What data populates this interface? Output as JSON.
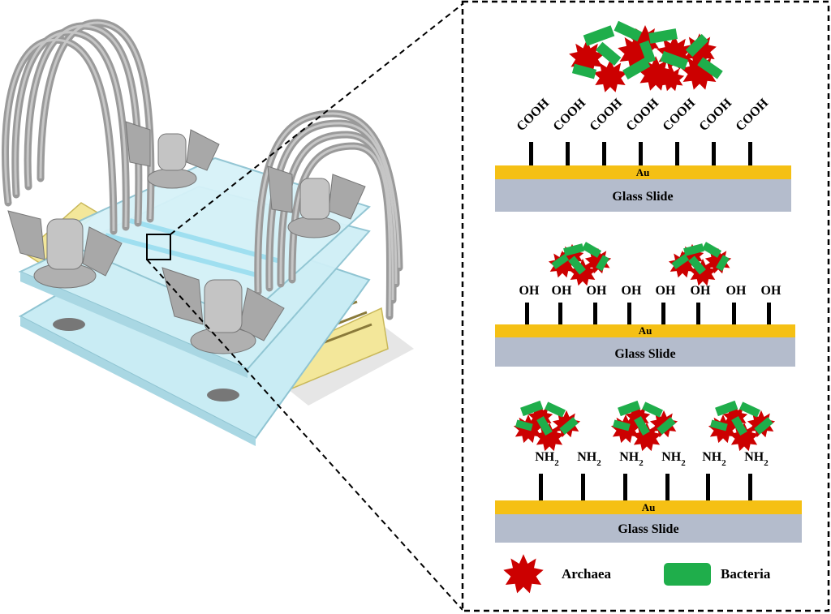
{
  "panels": [
    {
      "group": "COOH",
      "substrate_top": "Au",
      "substrate_bottom": "Glass Slide"
    },
    {
      "group": "OH",
      "substrate_top": "Au",
      "substrate_bottom": "Glass Slide"
    },
    {
      "group": "NH2",
      "substrate_top": "Au",
      "substrate_bottom": "Glass Slide"
    }
  ],
  "legend": {
    "archaea": "Archaea",
    "bacteria": "Bacteria"
  },
  "colors": {
    "gold": "#f5c014",
    "glass_slide": "#b4bccc",
    "archaea": "#cc0000",
    "bacteria": "#1fae4b",
    "device_glass": "#c9ecf4",
    "electrode": "#f3e79a",
    "metal": "#b9b9b9"
  }
}
